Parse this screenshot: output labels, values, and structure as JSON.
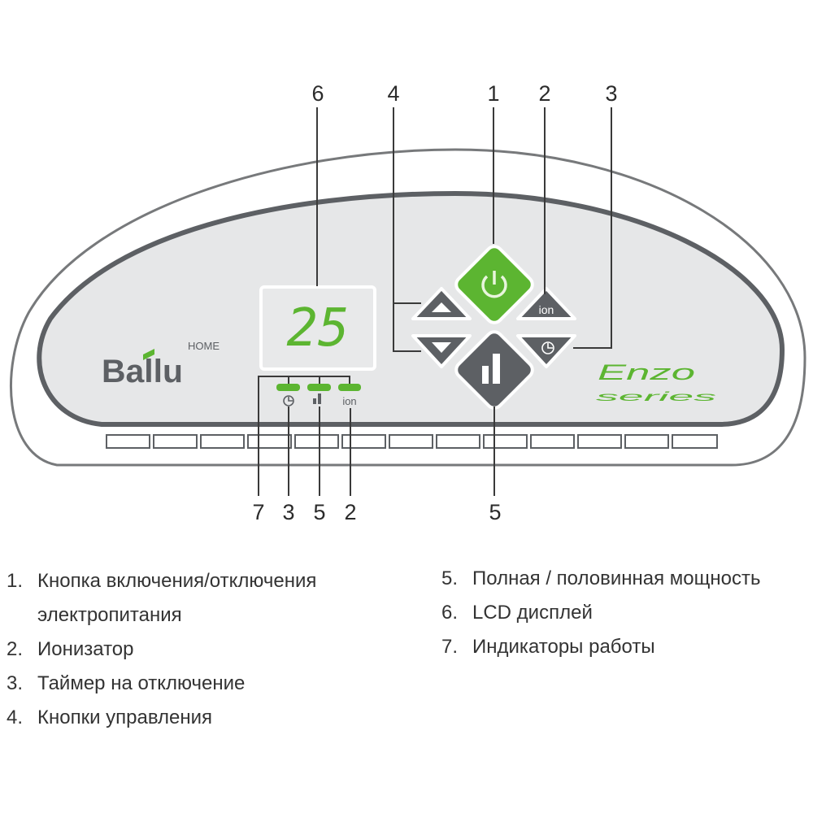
{
  "callouts": {
    "top": [
      "6",
      "4",
      "1",
      "2",
      "3"
    ],
    "bottom_left": [
      "7",
      "3",
      "5",
      "2"
    ],
    "bottom_center": "5"
  },
  "panel": {
    "brand": "Ballu",
    "brand_sub": "HOME",
    "display_value": "25",
    "ion_label": "ion",
    "indicator_ion_label": "ion",
    "series_name": "Enzo",
    "series_sub": "series"
  },
  "colors": {
    "accent_green": "#5cb531",
    "button_gray": "#5d6064",
    "panel_gray": "#e6e7e8"
  },
  "legend": {
    "left": [
      {
        "num": "1.",
        "text": "Кнопка включения/отключения",
        "cont": "электропитания"
      },
      {
        "num": "2.",
        "text": "Ионизатор"
      },
      {
        "num": "3.",
        "text": "Таймер на отключение"
      },
      {
        "num": "4.",
        "text": "Кнопки управления"
      }
    ],
    "right": [
      {
        "num": "5.",
        "text": "Полная / половинная мощность"
      },
      {
        "num": "6.",
        "text": "LCD дисплей"
      },
      {
        "num": "7.",
        "text": "Индикаторы работы"
      }
    ]
  }
}
